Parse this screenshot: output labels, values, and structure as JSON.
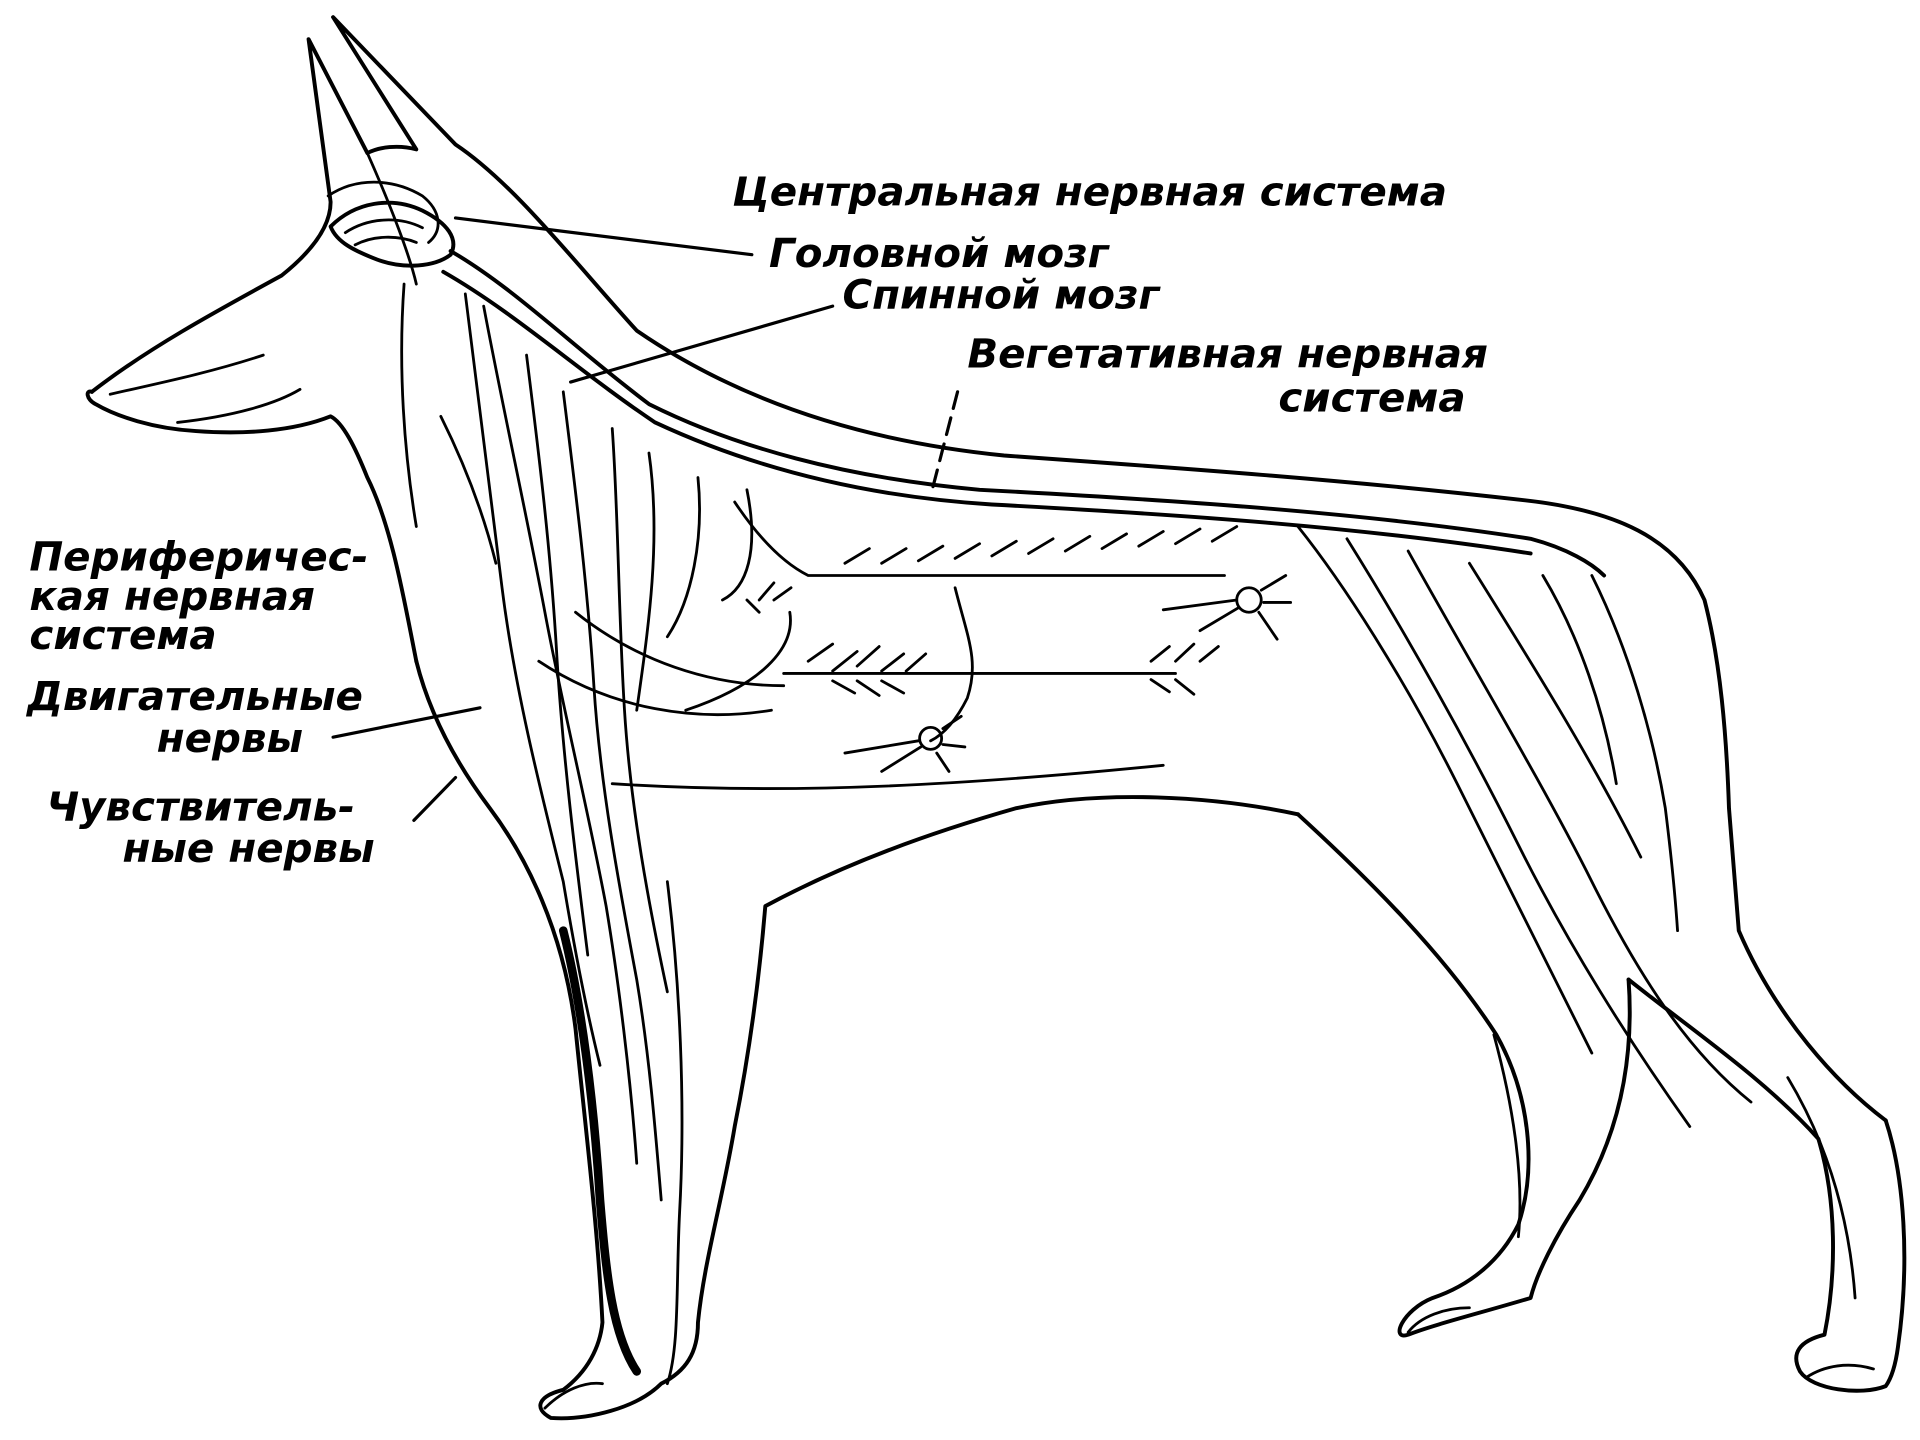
{
  "diagram": {
    "labels": {
      "central_nervous_system": "Центральная нервная система",
      "brain": "Головной мозг",
      "spinal_cord": "Спинной мозг",
      "autonomic_line1": "Вегетативная нервная",
      "autonomic_line2": "система",
      "peripheral_line1": "Периферичес-",
      "peripheral_line2": "кая нервная",
      "peripheral_line3": "система",
      "motor_line1": "Двигательные",
      "motor_line2": "нервы",
      "sensory_line1": "Чувствитель-",
      "sensory_line2": "ные нервы"
    }
  }
}
